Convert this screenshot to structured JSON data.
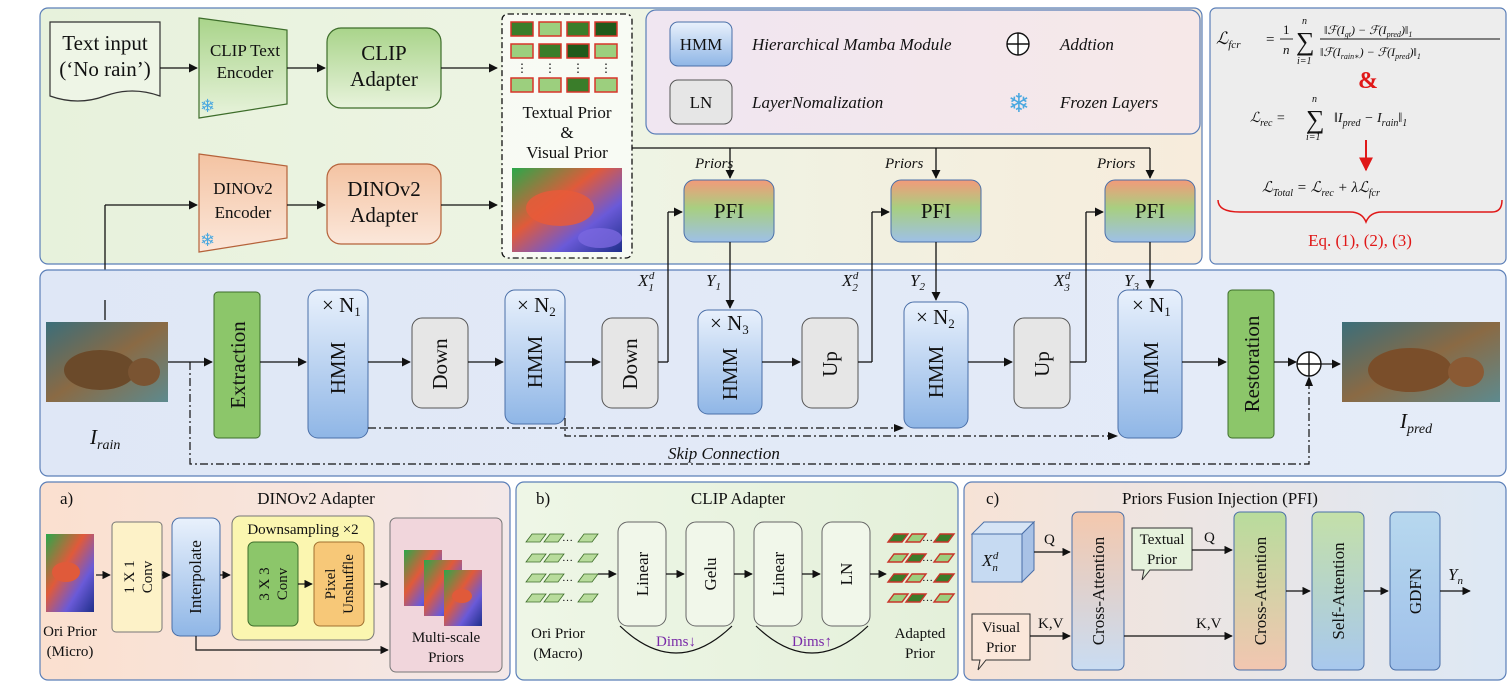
{
  "top": {
    "text_input_line1": "Text input",
    "text_input_line2": "(‘No rain’)",
    "clip_text_encoder_line1": "CLIP Text",
    "clip_text_encoder_line2": "Encoder",
    "clip_adapter_line1": "CLIP",
    "clip_adapter_line2": "Adapter",
    "dinov2_encoder_line1": "DINOv2",
    "dinov2_encoder_line2": "Encoder",
    "dinov2_adapter_line1": "DINOv2",
    "dinov2_adapter_line2": "Adapter",
    "prior_text_line1": "Textual Prior",
    "prior_text_line2": "&",
    "prior_text_line3": "Visual Prior",
    "priors_label": "Priors",
    "pfi_label": "PFI"
  },
  "legend": {
    "hmm_box": "HMM",
    "hmm_desc": "Hierarchical Mamba Module",
    "ln_box": "LN",
    "ln_desc": "LayerNomalization",
    "add_desc": "Addtion",
    "frozen_desc": "Frozen Layers"
  },
  "equations": {
    "fcr_lhs": "ℒ",
    "fcr_sub": "fcr",
    "fcr_rhs": "= (1/n) Σᵢ₌₁ⁿ ‖ℱ(I_gt) − ℱ(I_pred)‖₁ / ‖ℱ(I_rain*) − ℱ(I_pred)‖₁",
    "amp": "&",
    "rec": "ℒ_rec = Σᵢ₌₁ⁿ ‖I_pred − I_rain‖₁",
    "total": "ℒ_Total = ℒ_rec + λℒ_fcr",
    "eq_ref": "Eq. (1), (2), (3)"
  },
  "main": {
    "extraction": "Extraction",
    "hmm": "HMM",
    "down": "Down",
    "up": "Up",
    "restoration": "Restoration",
    "n1": "× N",
    "n1_sub": "1",
    "n2_sub": "2",
    "n3_sub": "3",
    "x_label": "X",
    "x_sup": "d",
    "y_label": "Y",
    "i_rain": "I",
    "i_rain_sub": "rain",
    "i_pred": "I",
    "i_pred_sub": "pred",
    "skip": "Skip Connection"
  },
  "panel_a": {
    "tag": "a)",
    "title": "DINOv2 Adapter",
    "ori_line1": "Ori Prior",
    "ori_line2": "(Micro)",
    "conv1_line1": "1 X 1",
    "conv1_line2": "Conv",
    "interpolate": "Interpolate",
    "downsampling": "Downsampling ×2",
    "conv3_line1": "3 X 3",
    "conv3_line2": "Conv",
    "pixel_line1": "Pixel",
    "pixel_line2": "Unshuffle",
    "multi_line1": "Multi-scale",
    "multi_line2": "Priors"
  },
  "panel_b": {
    "tag": "b)",
    "title": "CLIP Adapter",
    "ori_line1": "Ori Prior",
    "ori_line2": "(Macro)",
    "linear": "Linear",
    "gelu": "Gelu",
    "ln": "LN",
    "dims_down": "Dims↓",
    "dims_up": "Dims↑",
    "adapted_line1": "Adapted",
    "adapted_line2": "Prior"
  },
  "panel_c": {
    "tag": "c)",
    "title": "Priors Fusion Injection (PFI)",
    "xn": "X",
    "xn_sub": "n",
    "xn_sup": "d",
    "q": "Q",
    "kv": "K,V",
    "visual_line1": "Visual",
    "visual_line2": "Prior",
    "textual_line1": "Textual",
    "textual_line2": "Prior",
    "cross_attention": "Cross-Attention",
    "self_attention": "Self-Attention",
    "gdfn": "GDFN",
    "yn": "Y",
    "yn_sub": "n"
  },
  "colors": {
    "green": "#8cc66a",
    "blue": "#a9c8ee",
    "orange": "#f2b48e",
    "gray": "#e6e6e6",
    "red": "#e01818",
    "purple": "#7a2ba8"
  }
}
